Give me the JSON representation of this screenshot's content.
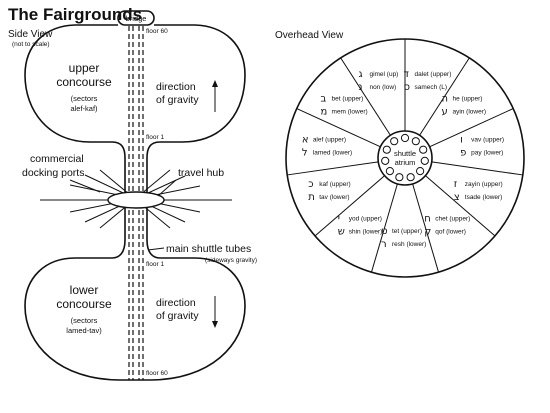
{
  "title": "The Fairgrounds",
  "side_view": {
    "heading": "Side View",
    "scale_note": "(not to scale)",
    "bridge": "bridge",
    "floor_top": "floor 60",
    "floor_upper_bottom": "floor 1",
    "floor_lower_top": "floor 1",
    "floor_bottom": "floor 60",
    "upper": {
      "line1": "upper",
      "line2": "concourse",
      "line3": "(sectors",
      "line4": "alef-kaf)"
    },
    "lower": {
      "line1": "lower",
      "line2": "concourse",
      "line3": "(sectors",
      "line4": "lamed-tav)"
    },
    "gravity_upper": {
      "line1": "direction",
      "line2": "of gravity"
    },
    "gravity_lower": {
      "line1": "direction",
      "line2": "of gravity"
    },
    "docking": {
      "line1": "commercial",
      "line2": "docking ports"
    },
    "travel_hub": "travel hub",
    "shuttle_tubes": "main shuttle tubes",
    "sideways": "(sideways gravity)"
  },
  "overhead_view": {
    "heading": "Overhead View",
    "center": {
      "line1": "shuttle",
      "line2": "atrium"
    },
    "sectors": [
      {
        "h1": "ד",
        "t1": "dalet (upper)",
        "h2": "ס",
        "t2": "samech (L)"
      },
      {
        "h1": "ה",
        "t1": "he (upper)",
        "h2": "ע",
        "t2": "ayin (lower)"
      },
      {
        "h1": "ו",
        "t1": "vav (upper)",
        "h2": "פ",
        "t2": "pay (lower)"
      },
      {
        "h1": "ז",
        "t1": "zayin (upper)",
        "h2": "צ",
        "t2": "tsade (lower)"
      },
      {
        "h1": "ח",
        "t1": "chet (upper)",
        "h2": "ק",
        "t2": "qof (lower)"
      },
      {
        "h1": "ט",
        "t1": "tet (upper)",
        "h2": "ר",
        "t2": "resh (lower)"
      },
      {
        "h1": "י",
        "t1": "yod (upper)",
        "h2": "ש",
        "t2": "shin (lower)"
      },
      {
        "h1": "כ",
        "t1": "kaf (upper)",
        "h2": "ת",
        "t2": "tav (lower)"
      },
      {
        "h1": "א",
        "t1": "alef (upper)",
        "h2": "ל",
        "t2": "lamed (lower)"
      },
      {
        "h1": "ב",
        "t1": "bet (upper)",
        "h2": "מ",
        "t2": "mem (lower)"
      },
      {
        "h1": "ג",
        "t1": "gimel (up)",
        "h2": "נ",
        "t2": "non (low)"
      }
    ]
  }
}
